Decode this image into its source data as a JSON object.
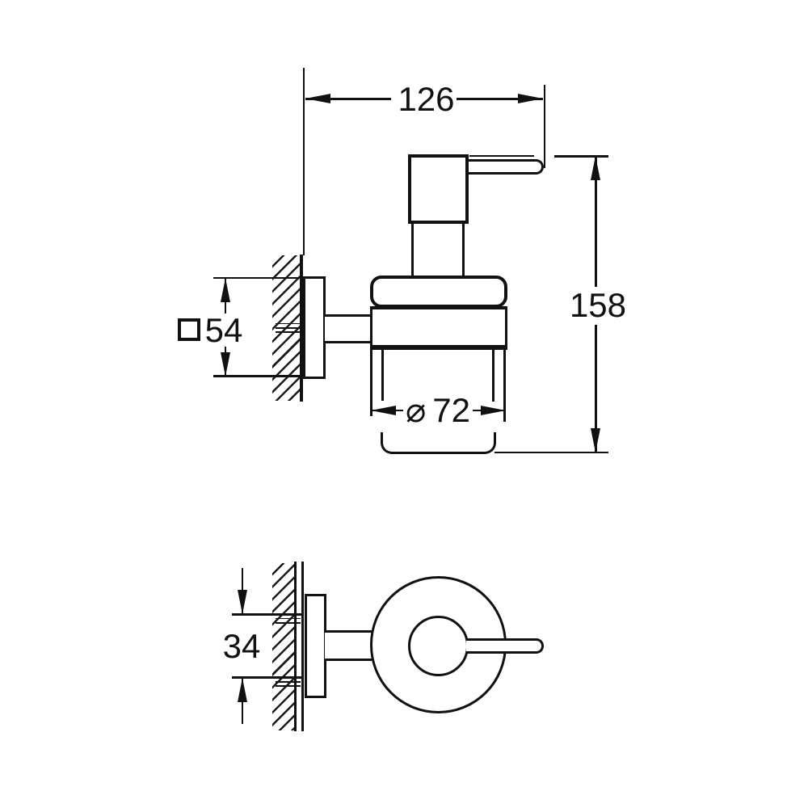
{
  "drawing": {
    "kind": "technical dimensional drawing, soap dispenser with wall holder",
    "views": [
      "side-elevation",
      "top-plan"
    ],
    "units_shown": "mm"
  },
  "dimensions": {
    "overall_width": {
      "value": "126"
    },
    "overall_height": {
      "value": "158"
    },
    "wall_plate_square": {
      "value": "54",
      "symbol": "square"
    },
    "glass_diameter": {
      "value": "72",
      "symbol": "⌀"
    },
    "mounting_spacing": {
      "value": "34"
    }
  },
  "colors": {
    "line": "#111111",
    "background": "#ffffff"
  }
}
